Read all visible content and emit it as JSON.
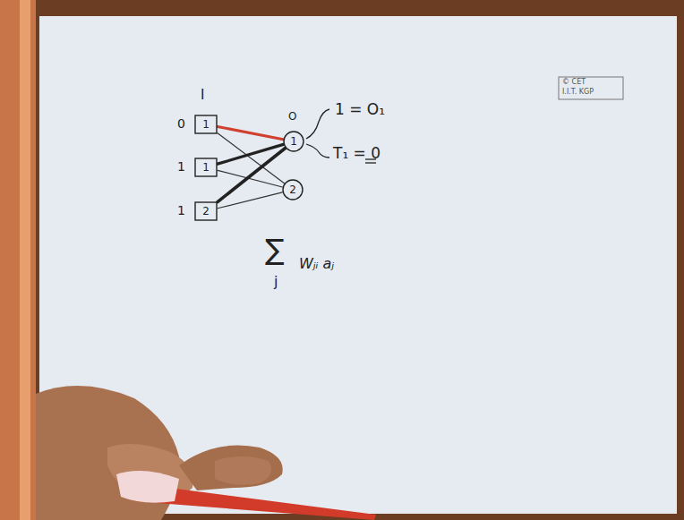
{
  "diagram": {
    "nodes": [
      {
        "text": [
          "1"
        ]
      },
      {
        "text": [
          "1"
        ]
      },
      {
        "text": [
          "2"
        ]
      },
      {
        "text": [
          "1"
        ]
      },
      {
        "text": [
          "2"
        ]
      }
    ],
    "edges": [
      {
        "from": 0,
        "to": 3,
        "arrow": "none"
      },
      {
        "from": 0,
        "to": 4,
        "arrow": "none"
      },
      {
        "from": 1,
        "to": 3,
        "arrow": "none"
      },
      {
        "from": 1,
        "to": 4,
        "arrow": "none"
      },
      {
        "from": 2,
        "to": 3,
        "arrow": "none"
      },
      {
        "from": 2,
        "to": 4,
        "arrow": "none"
      }
    ],
    "labels": [
      "I",
      "0",
      "1",
      "1",
      "O",
      "1 = O₁",
      "T₁ = 0",
      "∑",
      "j",
      "Wⱼᵢ aⱼ",
      "© CET",
      "I.I.T. KGP"
    ]
  }
}
